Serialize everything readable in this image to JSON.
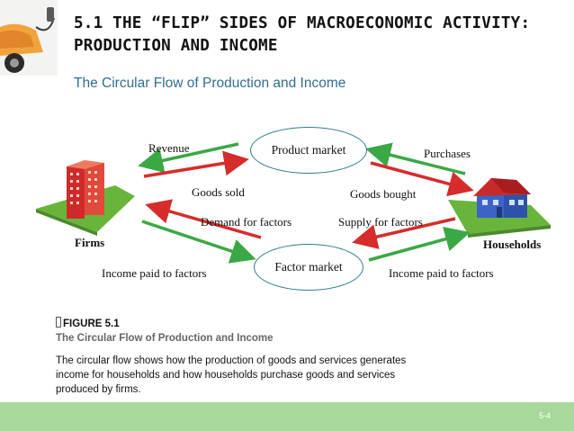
{
  "slide": {
    "title": "5.1 THE “FLIP” SIDES OF MACROECONOMIC ACTIVITY: PRODUCTION AND INCOME",
    "subtitle": "The Circular Flow of Production and Income",
    "page_number": "5-4"
  },
  "diagram": {
    "product_market": "Product market",
    "factor_market": "Factor market",
    "firms": "Firms",
    "households": "Households",
    "revenue": "Revenue",
    "purchases": "Purchases",
    "goods_sold": "Goods sold",
    "goods_bought": "Goods bought",
    "demand_for_factors": "Demand for factors",
    "supply_for_factors": "Supply for factors",
    "income_left": "Income paid to factors",
    "income_right": "Income paid to factors",
    "arrow_colors": {
      "money": "#3aa845",
      "goods_factors": "#d62c2c"
    }
  },
  "figure": {
    "label": "FIGURE 5.1",
    "title": "The Circular Flow of Production and Income",
    "caption": "The circular flow shows how the production of goods and services generates income for households and how households purchase goods and services produced by firms."
  },
  "colors": {
    "footer": "#a9d99a",
    "subtitle": "#2f6f8c",
    "oval_border": "#2f7f88"
  }
}
